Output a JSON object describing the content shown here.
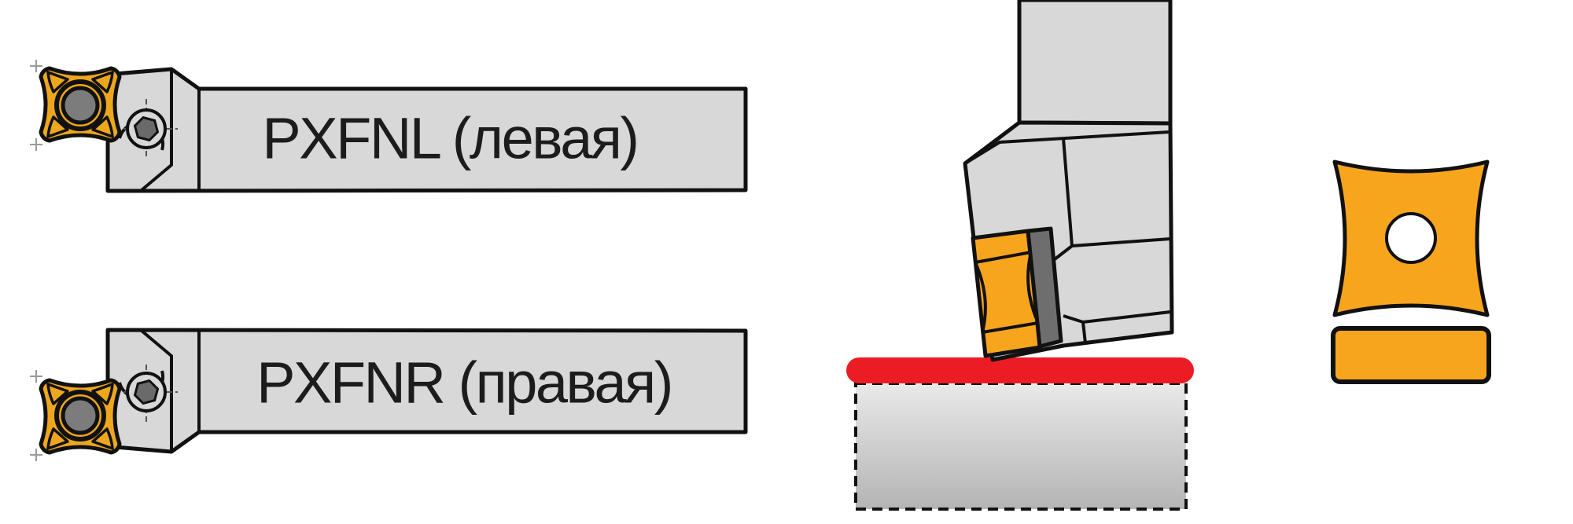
{
  "diagram": {
    "tools": [
      {
        "id": "pxfnl",
        "label": "PXFNL (левая)"
      },
      {
        "id": "pxfnr",
        "label": "PXFNR (правая)"
      }
    ],
    "colors": {
      "holder_gray": "#d8d8d8",
      "insert_gold": "#EDA71E",
      "insert_orange": "#F8A51E",
      "hole_gray": "#7c7c7c",
      "clamp_gray": "#6e6e6e",
      "screw_gray": "#6a6a6a",
      "cut_surface_red": "#EC1C24",
      "workpiece_top": "#e9e9e9",
      "workpiece_bottom": "#b4b4b4",
      "outline": "#111111"
    }
  }
}
